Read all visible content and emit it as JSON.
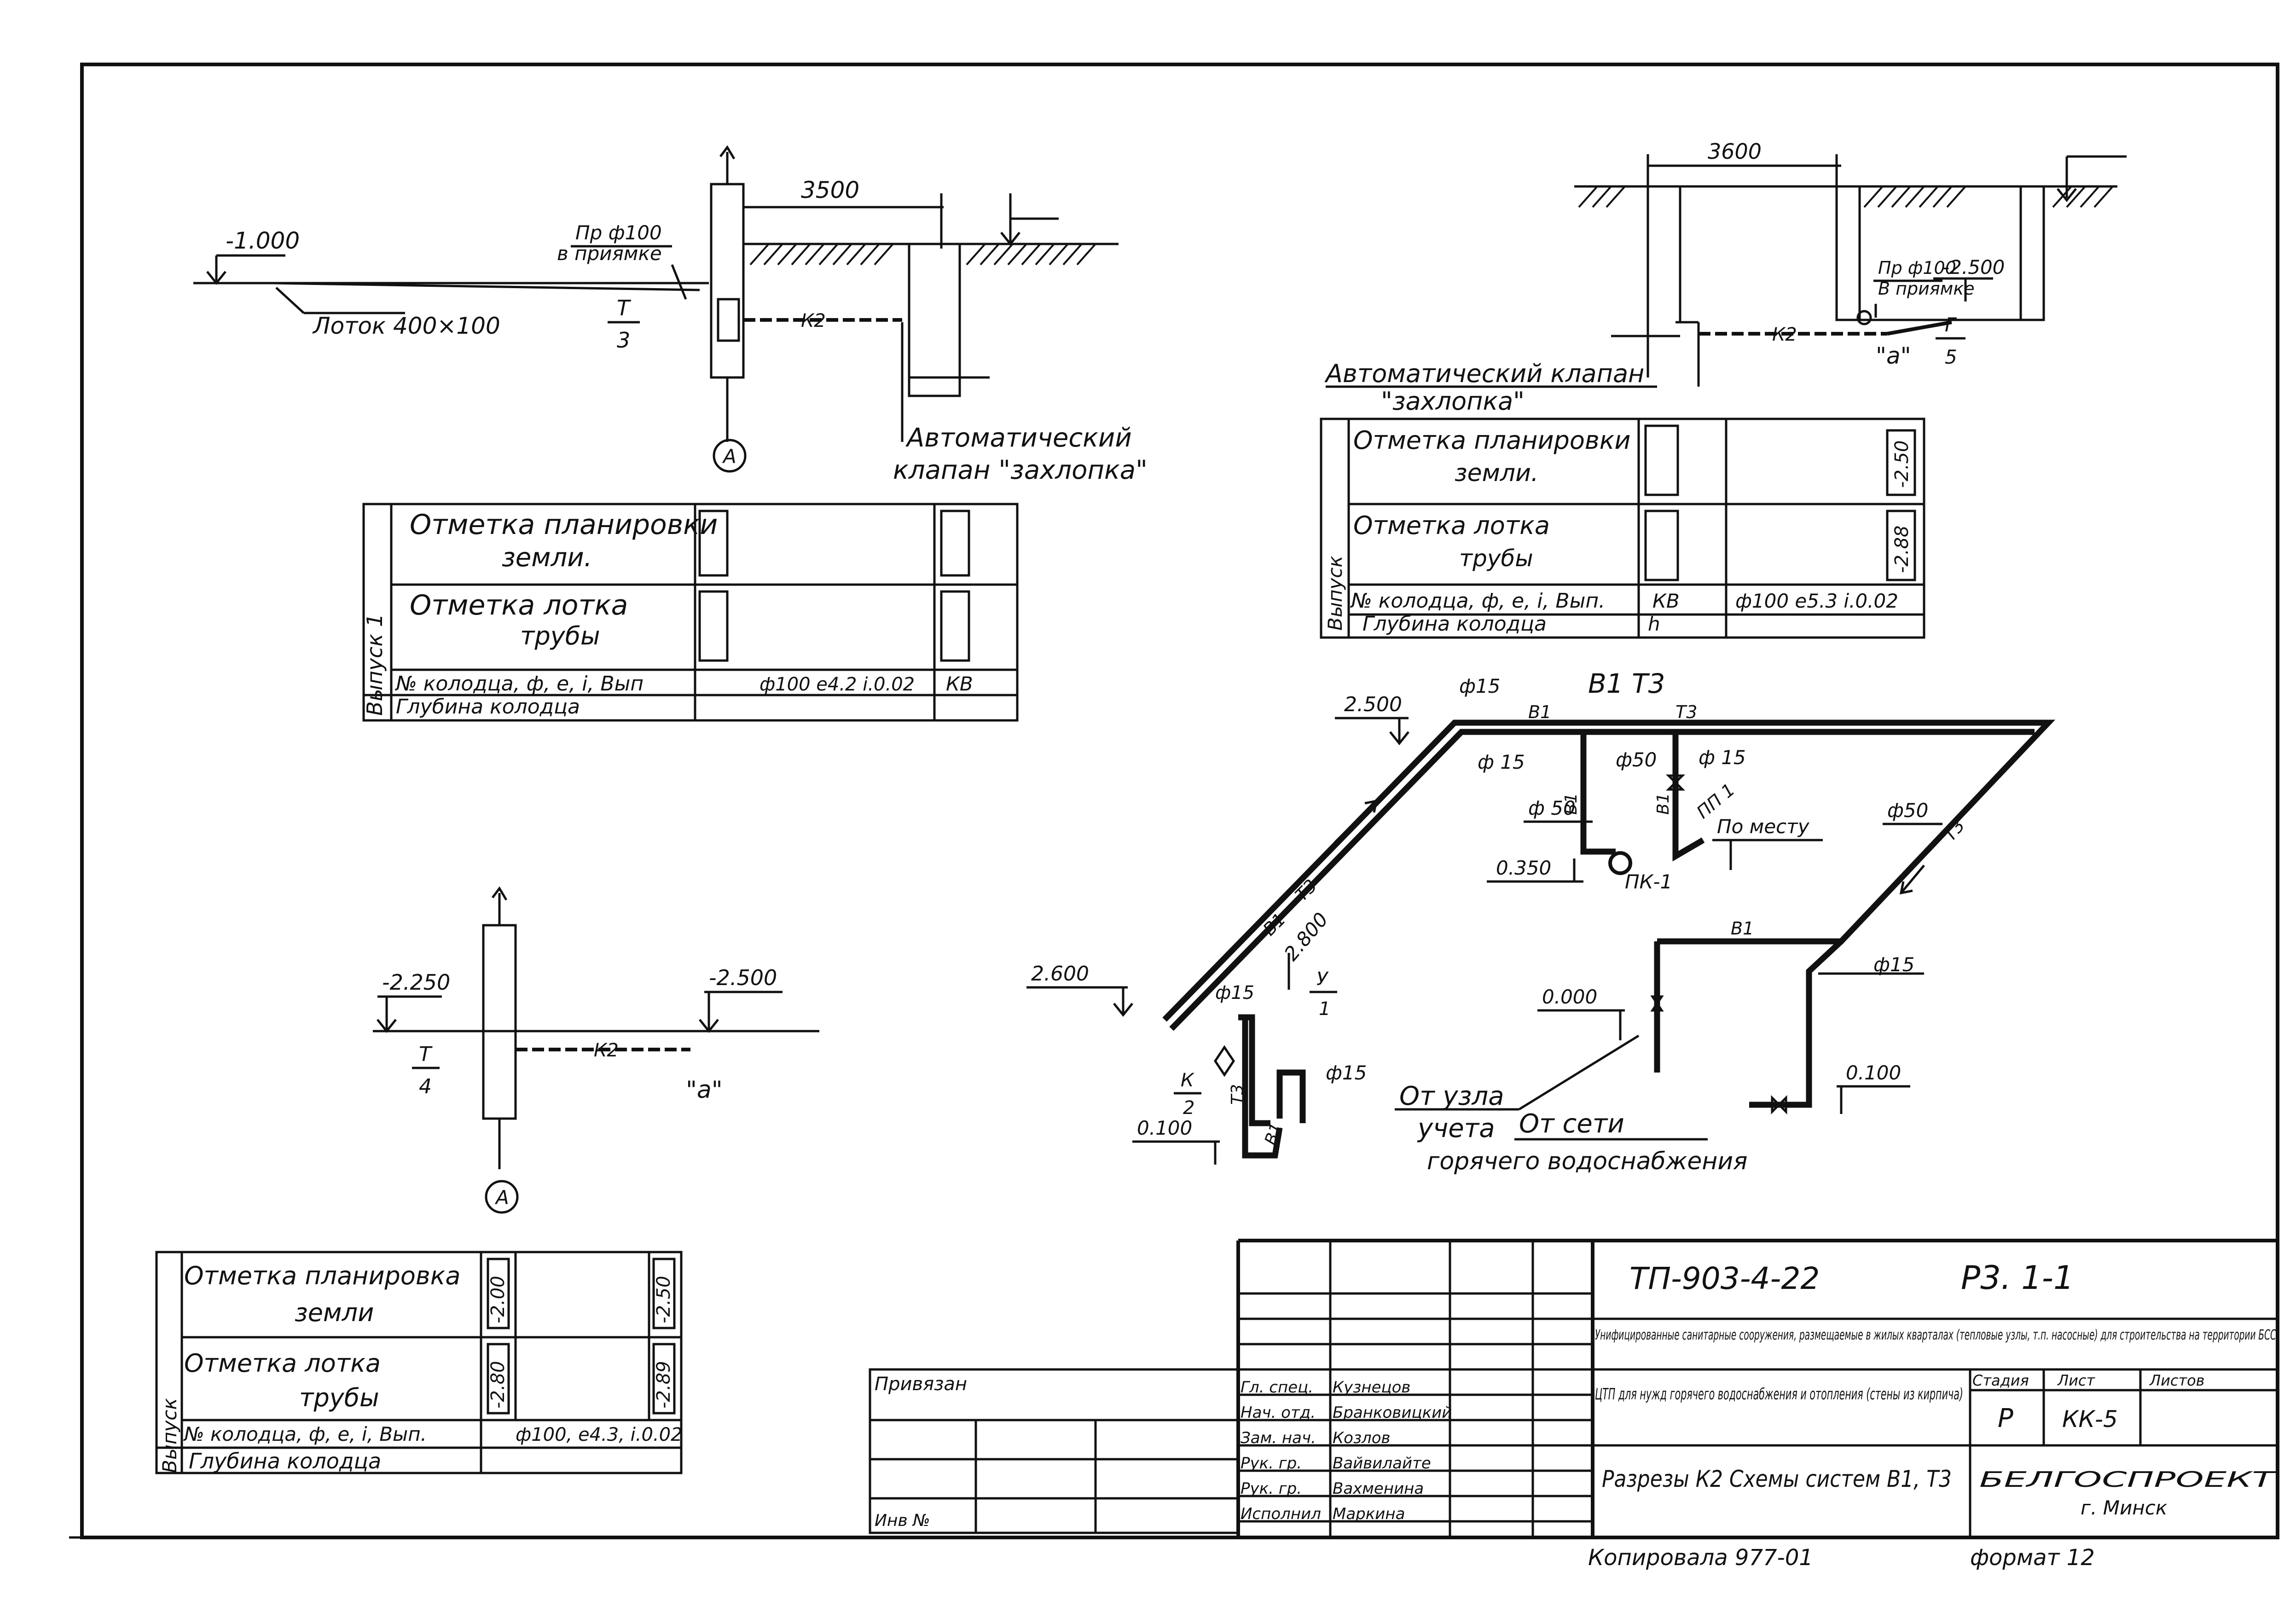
{
  "drawing": {
    "doc_code": "ТП-903-4-22",
    "sheet_code": "Р3. 1-1",
    "title_note": "Унифицированные санитарные сооружения, размещаемые в жилых кварталах (тепловые узлы, т.п. насосные) для строительства на территории БСС",
    "system_title": "ЦТП для нужд горячего водоснабжения и отопления (стены из кирпича)",
    "sheet_title": "Разрезы К2 Схемы систем В1, Т3",
    "stage_header": "Стадия",
    "list_header": "Лист",
    "lists_header": "Листов",
    "stage": "Р",
    "list": "КК-5",
    "org": "БЕЛГОСПРОЕКТ",
    "city": "г. Минск",
    "copied": "Копировала 977-01",
    "format": "формат 12",
    "tied": "Привязан",
    "inv": "Инв №",
    "sign_rows": [
      {
        "role": "Гл. спец.",
        "name": "Кузнецов"
      },
      {
        "role": "Нач. отд.",
        "name": "Бранковицкий"
      },
      {
        "role": "Зам. нач.",
        "name": "Козлов"
      },
      {
        "role": "Рук. гр.",
        "name": "Вайвилайте"
      },
      {
        "role": "Рук. гр.",
        "name": "Вахменина"
      },
      {
        "role": "Исполнил",
        "name": "Маркина"
      }
    ]
  },
  "section1": {
    "elev": "-1.000",
    "tray": "Лоток 400×100",
    "valve_note_top": "Пр ф100",
    "valve_note_bot": "в приямке",
    "frac_top": "Т",
    "frac_bot": "3",
    "dim": "3500",
    "pipe_label": "К2",
    "axis": "А",
    "auto_valve_1": "Автоматический",
    "auto_valve_2": "клапан \"захлопка\""
  },
  "section2": {
    "dim": "3600",
    "valve_note_top": "Пр ф100",
    "valve_note_bot": "В приямке",
    "elev": "-2.500",
    "pipe_label": "К2",
    "point": "\"а\"",
    "frac_top": "Г",
    "frac_bot": "5",
    "auto_valve_1": "Автоматический клапан",
    "auto_valve_2": "\"захлопка\""
  },
  "section3": {
    "elev_left": "-2.250",
    "elev_right": "-2.500",
    "frac_top": "Т",
    "frac_bot": "4",
    "pipe_label": "К2",
    "point": "\"а\"",
    "axis": "А"
  },
  "table1": {
    "side": "Выпуск 1",
    "r1a": "Отметка планировки",
    "r1b": "земли.",
    "r2a": "Отметка лотка",
    "r2b": "трубы",
    "r3": "№ колодца, ф, е, i, Вып",
    "r3v": "ф100 е4.2 i.0.02",
    "r3k": "КВ",
    "r4": "Глубина колодца"
  },
  "table2": {
    "side": "Выпуск",
    "r1a": "Отметка планировки",
    "r1b": "земли.",
    "r1v": "-2.50",
    "r2a": "Отметка лотка",
    "r2b": "трубы",
    "r2v": "-2.88",
    "r3": "№ колодца, ф, е, i, Вып.",
    "r3k": "КВ",
    "r3v": "ф100 е5.3 i.0.02",
    "r4": "Глубина колодца",
    "r4k": "h"
  },
  "table3": {
    "side": "Выпуск",
    "r1a": "Отметка планировка",
    "r1b": "земли",
    "r1v": "-2.00",
    "r1v2": "-2.50",
    "r2a": "Отметка лотка",
    "r2b": "трубы",
    "r2v": "-2.80",
    "r2v2": "-2.89",
    "r3": "№ колодца, ф, е, i, Вып.",
    "r3v": "ф100, е4.3, i.0.02",
    "r4": "Глубина колодца"
  },
  "scheme": {
    "title": "В1   Т3",
    "e_2500": "2.500",
    "e_2600": "2.600",
    "e_2800": "2.800",
    "e_0350": "0.350",
    "e_0000": "0.000",
    "e_0100a": "0.100",
    "e_0100b": "0.100",
    "d15_a": "ф15",
    "d15_b": "ф 15",
    "d50_a": "ф50",
    "d15_c": "ф 15",
    "d50_b": "ф 50",
    "d50_c": "ф50",
    "d15_d": "ф15",
    "d15_e": "ф15",
    "d15_f": "ф15",
    "b1": "В1",
    "t3": "Т3",
    "pk": "ПК-1",
    "pp": "ПП 1",
    "in_place": "По месту",
    "frac_y_top": "У",
    "frac_y_bot": "1",
    "frac_k_top": "К",
    "frac_k_bot": "2",
    "from_node_1": "От узла",
    "from_node_2": "учета",
    "from_net_1": "От сети",
    "from_net_2": "горячего водоснабжения"
  }
}
